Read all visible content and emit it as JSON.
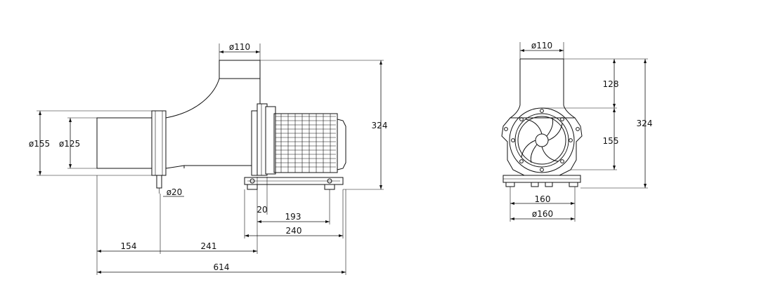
{
  "side_view": {
    "dims": {
      "outlet_diameter": "ø110",
      "flange_outer_diameter": "ø155",
      "inlet_diameter": "ø125",
      "drain_diameter": "ø20",
      "height": "324",
      "base_offset": "20",
      "foot_spacing": "193",
      "base_length": "240",
      "inlet_to_drain": "154",
      "drain_to_motor": "241",
      "overall_length": "614"
    }
  },
  "front_view": {
    "dims": {
      "outlet_diameter": "ø110",
      "upper_height": "128",
      "flange_height": "155",
      "height": "324",
      "foot_width": "160",
      "base_diameter": "ø160"
    }
  }
}
